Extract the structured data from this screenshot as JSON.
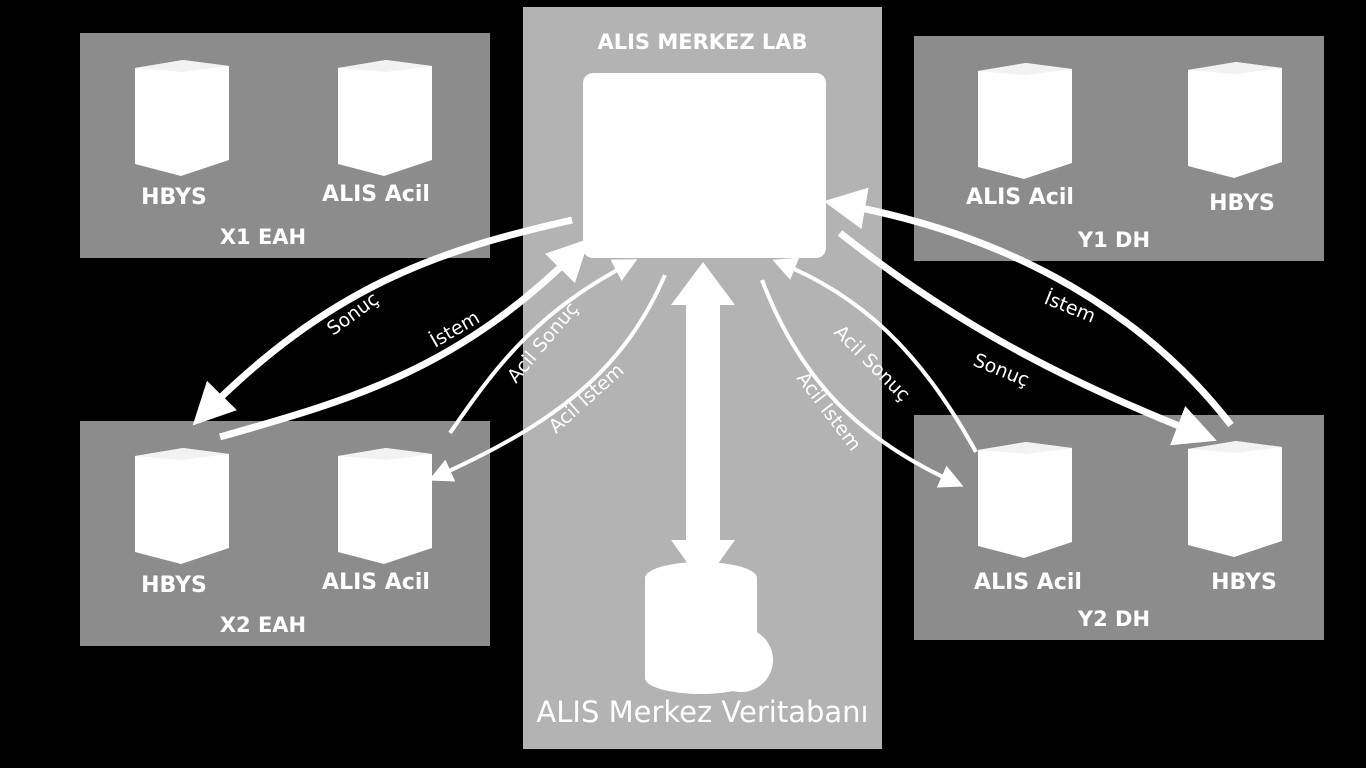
{
  "center": {
    "title": "ALIS MERKEZ LAB",
    "database_label": "ALIS Merkez Veritabanı"
  },
  "sites": {
    "x1": {
      "name": "X1 EAH",
      "server_left": "HBYS",
      "server_right": "ALIS Acil"
    },
    "x2": {
      "name": "X2 EAH",
      "server_left": "HBYS",
      "server_right": "ALIS Acil"
    },
    "y1": {
      "name": "Y1 DH",
      "server_left": "ALIS Acil",
      "server_right": "HBYS"
    },
    "y2": {
      "name": "Y2 DH",
      "server_left": "ALIS Acil",
      "server_right": "HBYS"
    }
  },
  "arrows": {
    "x_result": "Sonuç",
    "x_request": "İstem",
    "x_emergency_result": "Acil Sonuç",
    "x_emergency_request": "Acil İstem",
    "y_request": "İstem",
    "y_result": "Sonuç",
    "y_emergency_result": "Acil Sonuç",
    "y_emergency_request": "Acil İstem"
  },
  "colors": {
    "background": "#000000",
    "site_panel": "#8c8c8c",
    "center_panel": "#b3b3b3",
    "foreground": "#ffffff"
  },
  "icons": [
    "server-icon",
    "application-box",
    "database-icon",
    "bidirectional-arrow-icon"
  ]
}
